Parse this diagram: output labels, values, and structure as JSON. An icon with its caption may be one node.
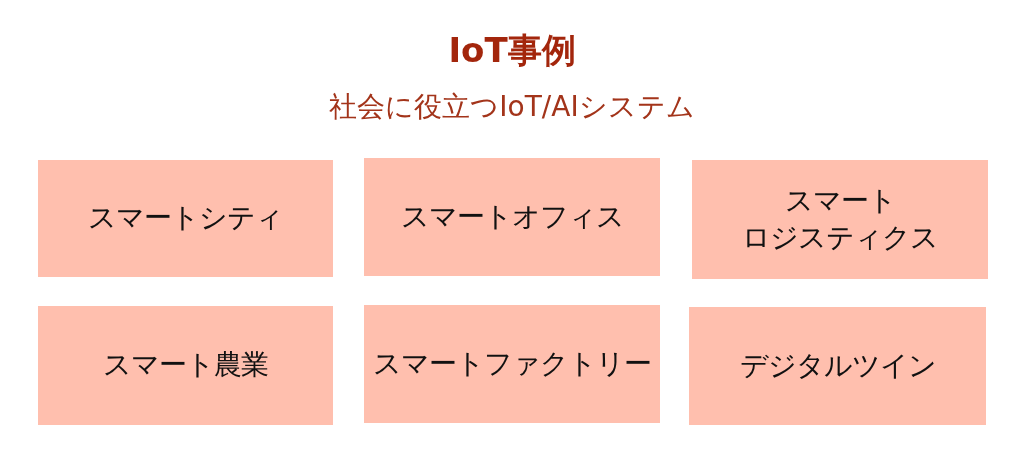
{
  "diagram": {
    "title": "IoT事例",
    "nodes": [
      {
        "text": [
          "スマートシティ"
        ]
      },
      {
        "text": [
          "スマートオフィス"
        ]
      },
      {
        "text": [
          "スマートロジスティクス"
        ]
      },
      {
        "text": [
          "スマート農業"
        ]
      },
      {
        "text": [
          "スマートファクトリー"
        ]
      },
      {
        "text": [
          "デジタルツイン"
        ]
      }
    ],
    "labels": [
      "社会に役立つIoT/AIシステム"
    ]
  }
}
